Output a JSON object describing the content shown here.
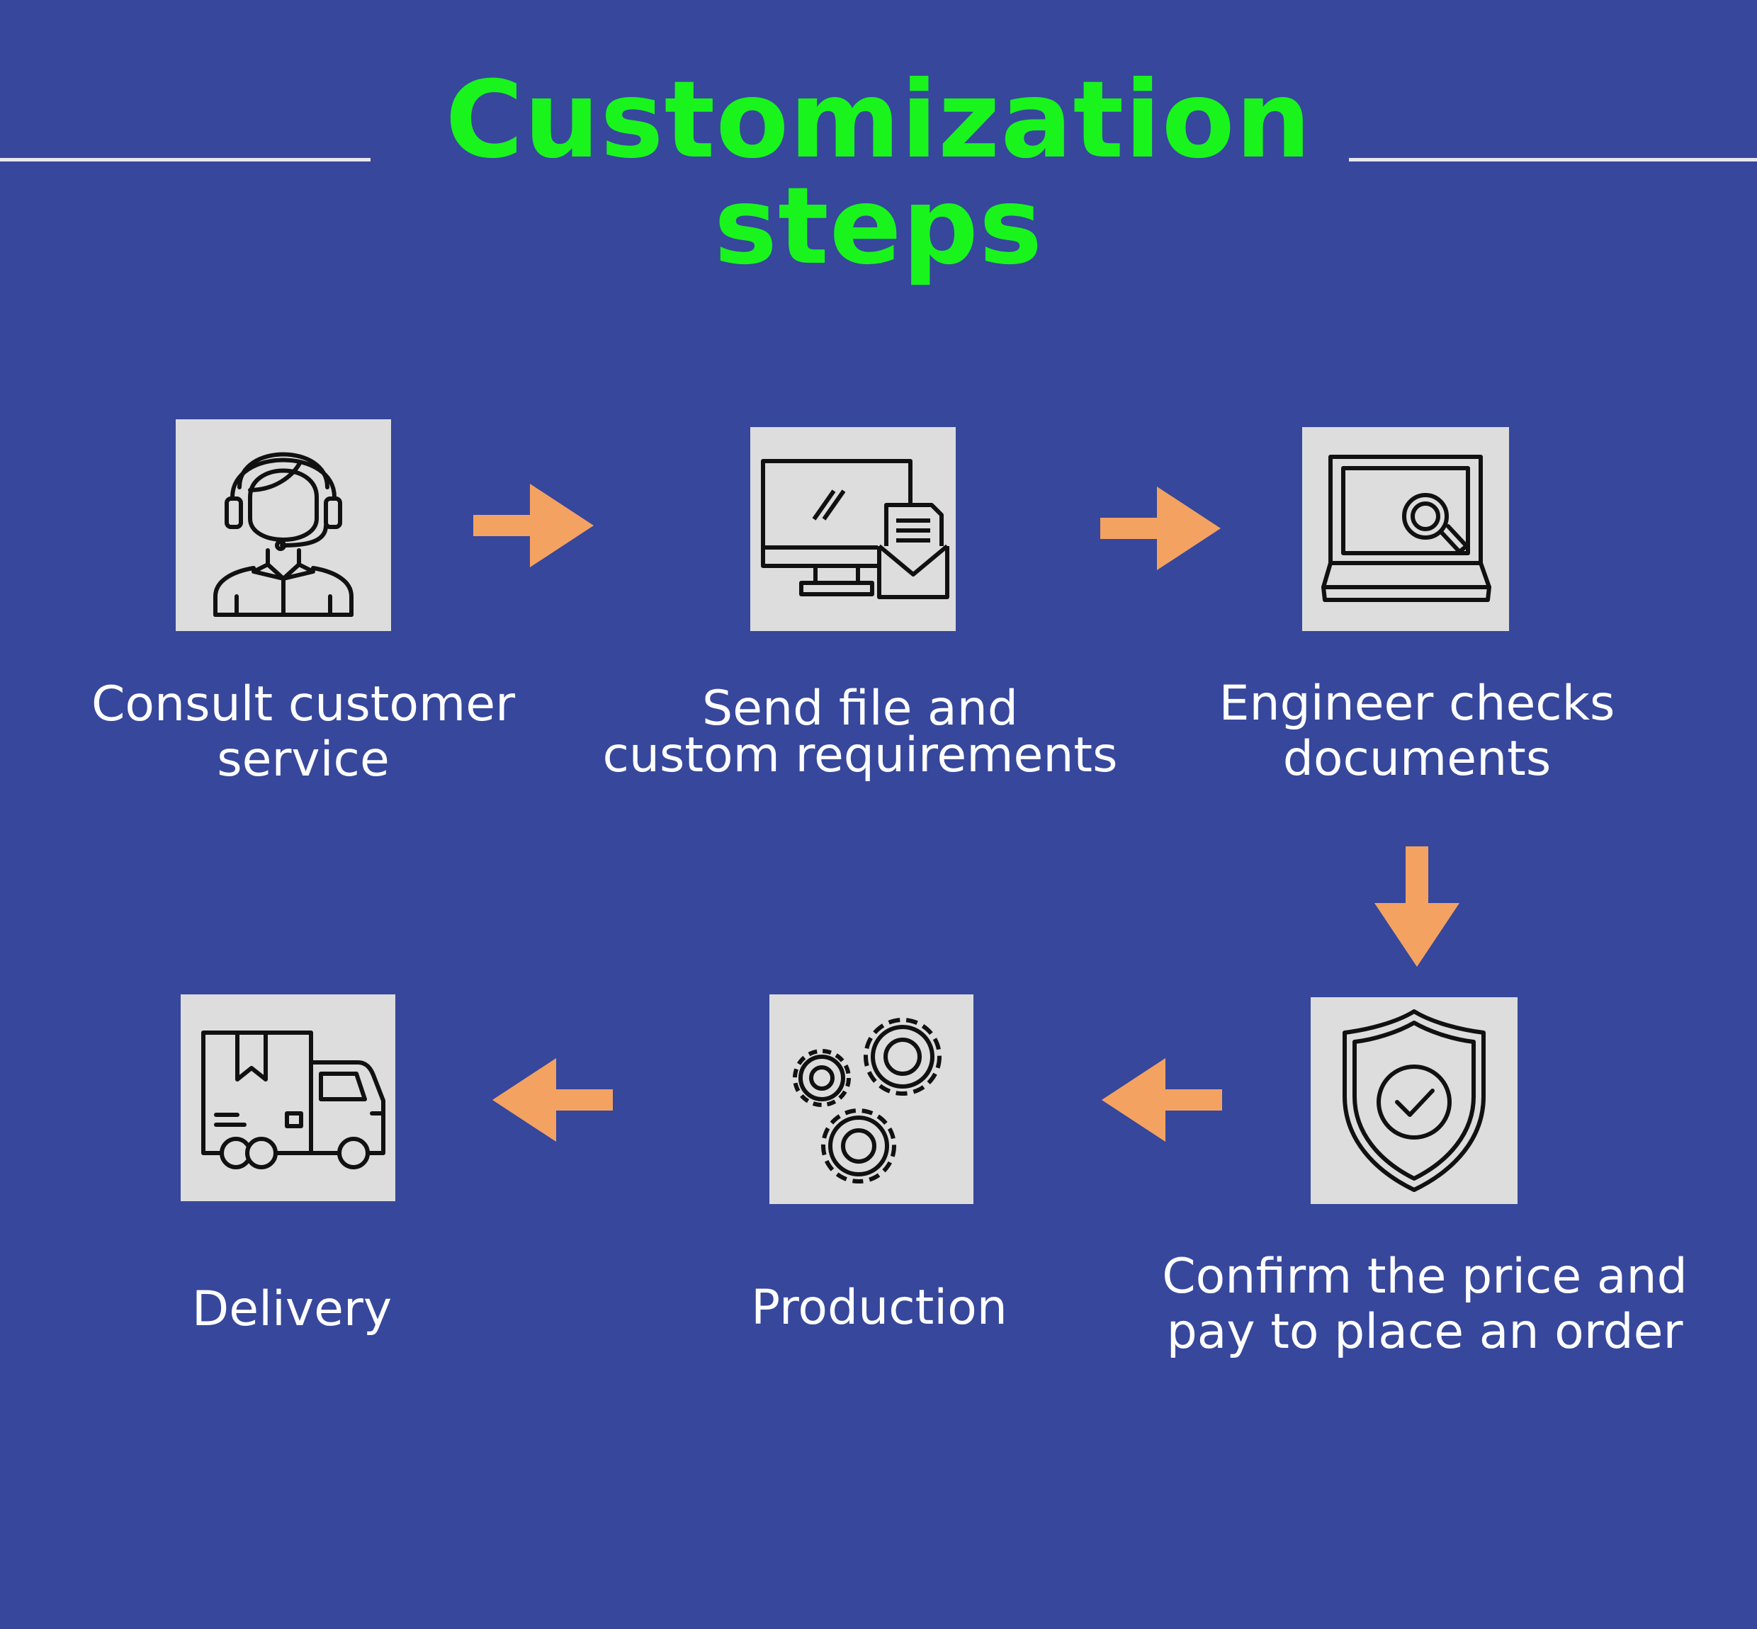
{
  "title": {
    "line1": "Customization",
    "line2": "steps"
  },
  "colors": {
    "background": "#36479c",
    "title": "#19f51c",
    "arrow": "#f4a261",
    "tile": "#dddddd",
    "text": "#ffffff"
  },
  "steps": [
    {
      "icon": "headset-agent-icon",
      "lines": [
        "Consult customer",
        "service"
      ]
    },
    {
      "icon": "computer-document-icon",
      "lines": [
        "Send file and",
        "custom requirements"
      ]
    },
    {
      "icon": "laptop-magnifier-icon",
      "lines": [
        "Engineer checks",
        "documents"
      ]
    },
    {
      "icon": "shield-check-icon",
      "lines": [
        "Confirm the price and",
        "pay to place an order"
      ]
    },
    {
      "icon": "gears-icon",
      "lines": [
        "Production"
      ]
    },
    {
      "icon": "delivery-truck-icon",
      "lines": [
        "Delivery"
      ]
    }
  ]
}
